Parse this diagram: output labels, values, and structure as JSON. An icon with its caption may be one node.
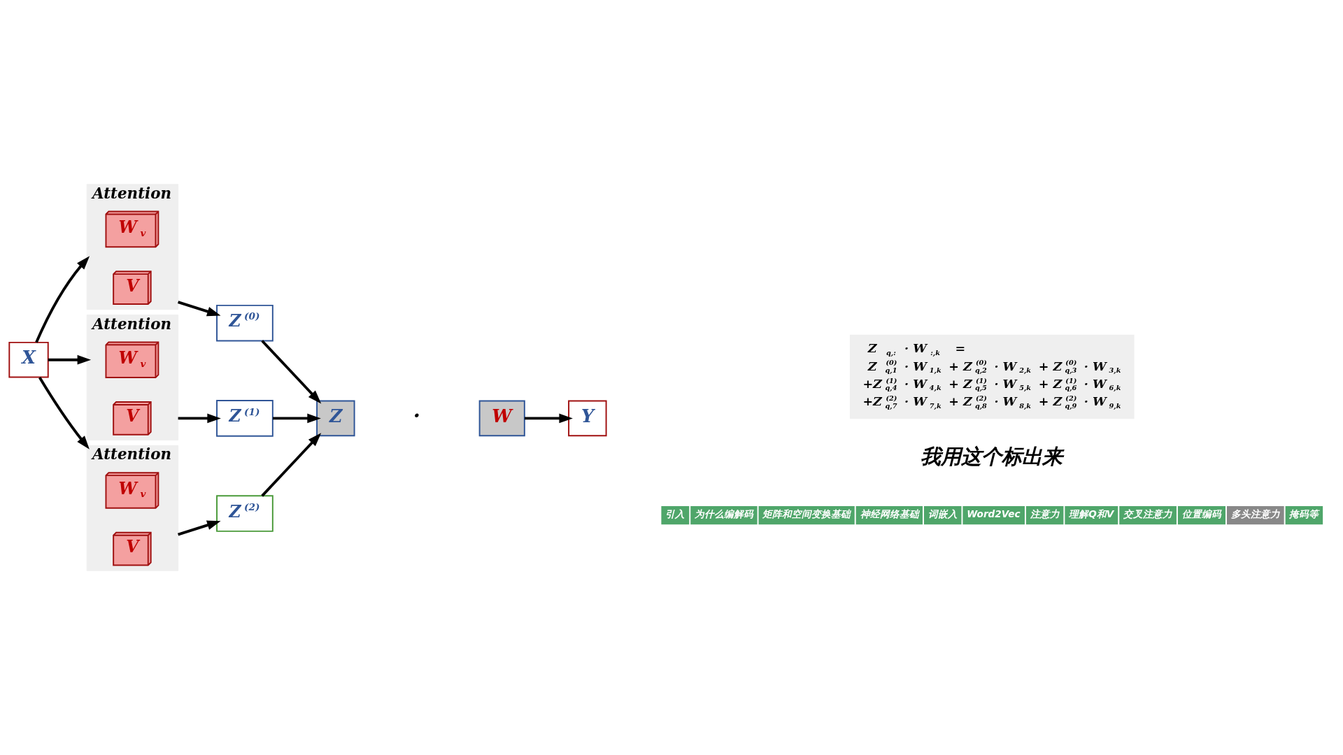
{
  "diagram": {
    "nodes": [
      {
        "text": [
          "X"
        ]
      },
      {
        "text": [
          "Attention"
        ]
      },
      {
        "text": [
          "W$_{v}$"
        ],
        "in": 1
      },
      {
        "text": [
          "V"
        ],
        "in": 1
      },
      {
        "text": [
          "Attention"
        ]
      },
      {
        "text": [
          "W$_{v}$"
        ],
        "in": 4
      },
      {
        "text": [
          "V"
        ],
        "in": 4
      },
      {
        "text": [
          "Attention"
        ]
      },
      {
        "text": [
          "W$_{v}$"
        ],
        "in": 7
      },
      {
        "text": [
          "V"
        ],
        "in": 7
      },
      {
        "text": [
          "Z$^{(0)}$"
        ]
      },
      {
        "text": [
          "Z$^{(1)}$"
        ]
      },
      {
        "text": [
          "Z$^{(2)}$"
        ]
      },
      {
        "text": [
          "Z"
        ]
      },
      {
        "text": [
          "W"
        ]
      },
      {
        "text": [
          "Y"
        ]
      },
      {
        "text": [
          "Z$_{q,:}$ · W$_{:,k}$ =",
          "Z$^{(0)}$$_{q,1}$ · W$_{1,k}$ + Z$^{(0)}$$_{q,2}$ · W$_{2,k}$ + Z$^{(0)}$$_{q,3}$ · W$_{3,k}$",
          "+Z$^{(1)}$$_{q,4}$ · W$_{4,k}$ + Z$^{(1)}$$_{q,5}$ · W$_{5,k}$ + Z$^{(1)}$$_{q,6}$ · W$_{6,k}$",
          "+Z$^{(2)}$$_{q,7}$ · W$_{7,k}$ + Z$^{(2)}$$_{q,8}$ · W$_{8,k}$ + Z$^{(2)}$$_{q,9}$ · W$_{9,k}$"
        ]
      }
    ],
    "edges": [
      {
        "from": 0,
        "to": 1,
        "arrow": "to"
      },
      {
        "from": 0,
        "to": 4,
        "arrow": "to"
      },
      {
        "from": 0,
        "to": 7,
        "arrow": "to"
      },
      {
        "from": 1,
        "to": 10,
        "arrow": "to"
      },
      {
        "from": 4,
        "to": 11,
        "arrow": "to"
      },
      {
        "from": 7,
        "to": 12,
        "arrow": "to"
      },
      {
        "from": 10,
        "to": 13,
        "arrow": "to"
      },
      {
        "from": 11,
        "to": 13,
        "arrow": "to"
      },
      {
        "from": 12,
        "to": 13,
        "arrow": "to"
      },
      {
        "from": 14,
        "to": 15,
        "arrow": "to"
      }
    ],
    "labels": [
      "·",
      "我用这个标出来",
      "引入",
      "为什么编解码",
      "矩阵和空间变换基础",
      "神经网络基础",
      "词嵌入",
      "Word2Vec",
      "注意力",
      "理解Q和V",
      "交叉注意力",
      "位置编码",
      "多头注意力",
      "掩码等"
    ]
  }
}
